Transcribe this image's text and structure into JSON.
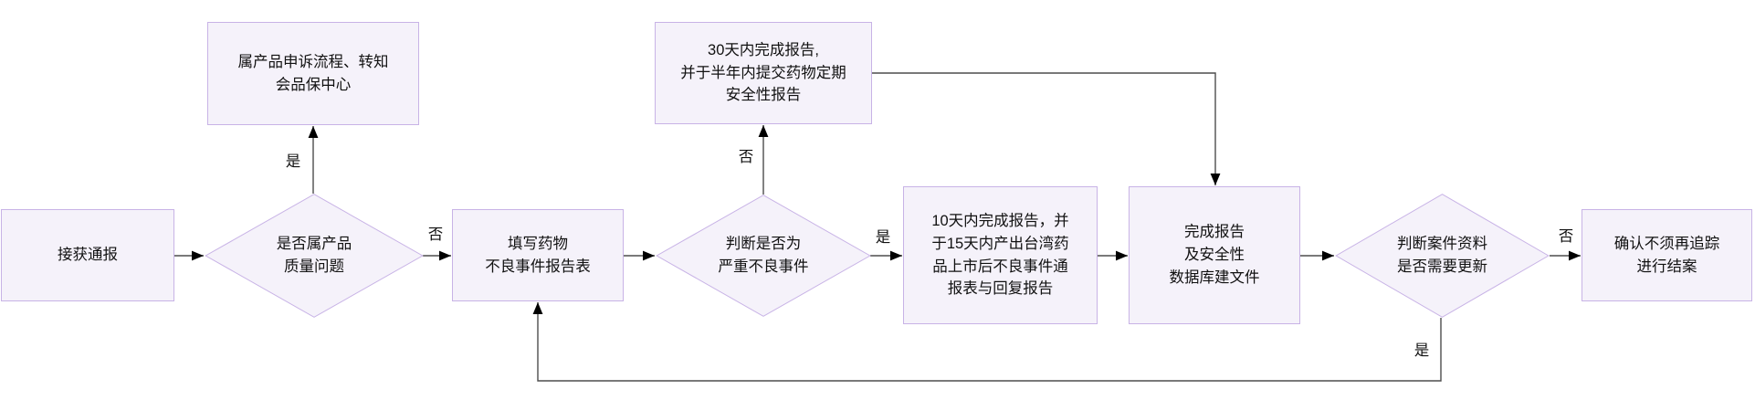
{
  "diagram": {
    "type": "flowchart",
    "direction": "left-to-right",
    "background": "#ffffff",
    "colors": {
      "node_fill": "#f5f2fa",
      "node_border": "#c8b3e6",
      "connector": "#4d4d4d",
      "arrowhead": "#000000",
      "text": "#111111"
    },
    "nodes": [
      {
        "id": "receive",
        "shape": "rect",
        "label": "接获通报"
      },
      {
        "id": "quality-decision",
        "shape": "diamond",
        "label": "是否属产品\n质量问题"
      },
      {
        "id": "complaint",
        "shape": "rect",
        "label": "属产品申诉流程、转知\n会品保中心"
      },
      {
        "id": "fill-form",
        "shape": "rect",
        "label": "填写药物\n不良事件报告表"
      },
      {
        "id": "serious-decision",
        "shape": "diamond",
        "label": "判断是否为\n严重不良事件"
      },
      {
        "id": "report-30",
        "shape": "rect",
        "label": "30天内完成报告,\n并于半年内提交药物定期\n安全性报告"
      },
      {
        "id": "report-10",
        "shape": "rect",
        "label": "10天内完成报告，并\n于15天内产出台湾药\n品上市后不良事件通\n报表与回复报告"
      },
      {
        "id": "complete-report",
        "shape": "rect",
        "label": "完成报告\n及安全性\n数据库建文件"
      },
      {
        "id": "update-decision",
        "shape": "diamond",
        "label": "判断案件资料\n是否需要更新"
      },
      {
        "id": "close-case",
        "shape": "rect",
        "label": "确认不须再追踪\n进行结案"
      }
    ],
    "edges": [
      {
        "from": "receive",
        "to": "quality-decision",
        "label": ""
      },
      {
        "from": "quality-decision",
        "to": "complaint",
        "label": "是"
      },
      {
        "from": "quality-decision",
        "to": "fill-form",
        "label": "否"
      },
      {
        "from": "fill-form",
        "to": "serious-decision",
        "label": ""
      },
      {
        "from": "serious-decision",
        "to": "report-30",
        "label": "否"
      },
      {
        "from": "serious-decision",
        "to": "report-10",
        "label": "是"
      },
      {
        "from": "report-30",
        "to": "complete-report",
        "label": ""
      },
      {
        "from": "report-10",
        "to": "complete-report",
        "label": ""
      },
      {
        "from": "complete-report",
        "to": "update-decision",
        "label": ""
      },
      {
        "from": "update-decision",
        "to": "close-case",
        "label": "否"
      },
      {
        "from": "update-decision",
        "to": "fill-form",
        "label": "是"
      }
    ]
  }
}
